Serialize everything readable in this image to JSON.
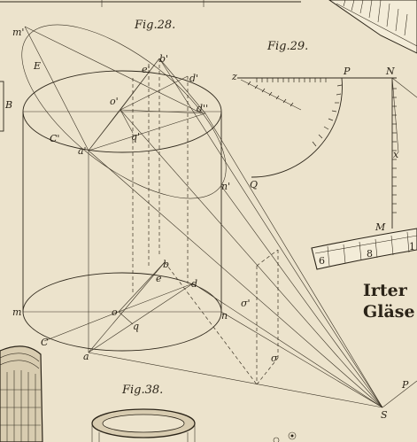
{
  "figures": {
    "fig28": "Fig.28.",
    "fig29": "Fig.29.",
    "fig38": "Fig.38."
  },
  "fig28_labels": {
    "m_prime": "m'",
    "E": "E",
    "b_prime": "b'",
    "e_prime": "e'",
    "d_prime": "d'",
    "o_prime": "o'",
    "d_double": "d''",
    "C_prime": "C'",
    "q_prime": "q'",
    "a_prime": "a'",
    "n_prime": "n'",
    "B": "B",
    "b": "b",
    "e": "e",
    "d": "d",
    "m": "m",
    "o": "o",
    "n": "n",
    "q": "q",
    "C": "C",
    "a": "a",
    "sigma_prime": "σ'",
    "sigma": "σ",
    "S": "S",
    "P": "P"
  },
  "fig29_labels": {
    "z": "z",
    "P": "P",
    "N": "N",
    "x": "x",
    "Q": "Q",
    "M": "M"
  },
  "scale_numbers": [
    "6",
    "8",
    "1"
  ],
  "partial_heading": [
    "Irter",
    "Gläse"
  ]
}
